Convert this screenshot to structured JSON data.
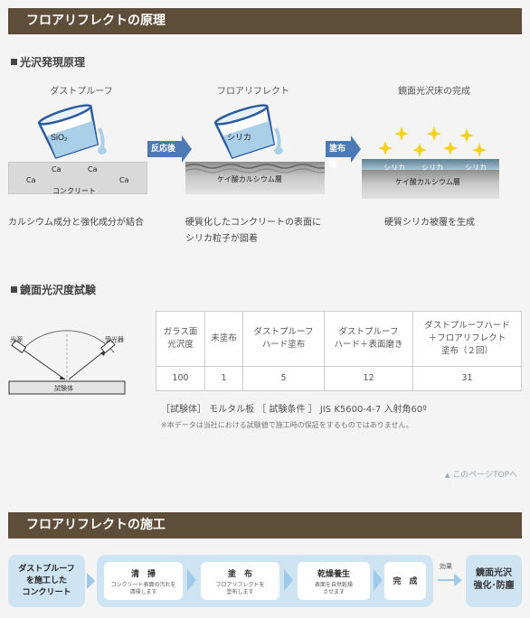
{
  "principle": {
    "header": "フロアリフレクトの原理",
    "subtitle": "光沢発現原理",
    "stages": [
      {
        "label": "ダストプルーフ",
        "bucket_text": "SiO₂",
        "slab_label": "コンクリート",
        "ions": [
          "Ca",
          "Ca",
          "Ca",
          "Ca"
        ],
        "caption": "カルシウム成分と強化成分が結合"
      },
      {
        "label": "フロアリフレクト",
        "bucket_text": "シリカ",
        "slab_label": "ケイ酸カルシウム層",
        "caption_lines": [
          "硬質化したコンクリートの表面に",
          "シリカ粒子が固着"
        ]
      },
      {
        "label": "鏡面光沢床の完成",
        "silica_labels": [
          "シリカ",
          "シリカ",
          "シリカ"
        ],
        "slab_label": "ケイ酸カルシウム層",
        "caption": "硬質シリカ被覆を生成"
      }
    ],
    "arrows": [
      "反応後",
      "塗布後"
    ]
  },
  "gloss_test": {
    "subtitle": "鏡面光沢度試験",
    "diagram": {
      "light_source": "光源",
      "receiver": "受光器",
      "specimen": "試験体"
    },
    "table": {
      "headers": [
        [
          "ガラス面",
          "光沢度"
        ],
        [
          "未塗布"
        ],
        [
          "ダストプルーフ",
          "ハード塗布"
        ],
        [
          "ダストプルーフ",
          "ハード＋表面磨き"
        ],
        [
          "ダストプルーフハード",
          "＋フロアリフレクト",
          "塗布（２回）"
        ]
      ],
      "values": [
        "100",
        "1",
        "5",
        "12",
        "31"
      ]
    },
    "conditions": "［試験体］ モルタル板 ［ 試験条件 ］ JIS K5600-4-7 入射角60º",
    "footnote": "※本データは当社における試験値で施工時の保証をするものではありません。",
    "page_top_link": "このページTOPへ"
  },
  "construction": {
    "header": "フロアリフレクトの施工",
    "start_label": [
      "ダストプルーフ",
      "を施工した",
      "コンクリート"
    ],
    "steps": [
      {
        "title": "清　掃",
        "desc": [
          "コンクリート表面の汚れを",
          "清掃します"
        ]
      },
      {
        "title": "塗　布",
        "desc": [
          "フロアリフレクトを",
          "塗布します"
        ]
      },
      {
        "title": "乾燥養生",
        "desc": [
          "表面を自然乾燥",
          "させます"
        ]
      },
      {
        "title": "完　成",
        "desc": []
      }
    ],
    "effect_label": "効果",
    "result": [
      "鏡面光沢",
      "強化･防塵"
    ]
  },
  "colors": {
    "header_bg": "#5e4d39",
    "arrow_blue": "#4d79b5",
    "flow_bg": "#cfe4f3",
    "sparkle": "#f5d21a"
  }
}
